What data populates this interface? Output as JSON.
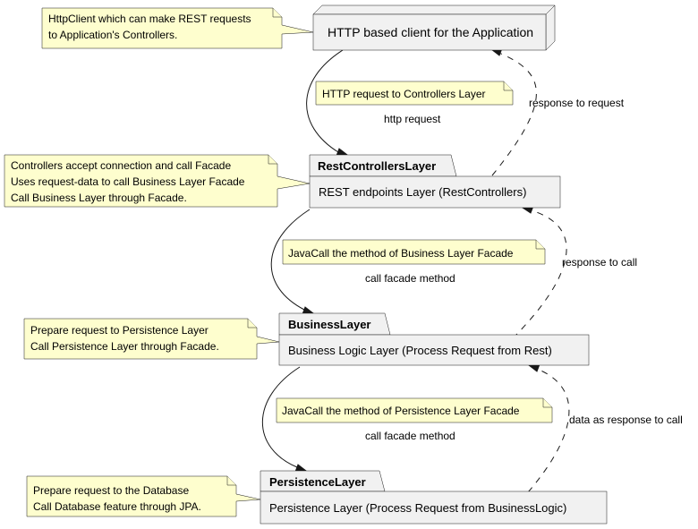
{
  "client": {
    "label": "HTTP based client for the Application"
  },
  "packages": [
    {
      "title": "RestControllersLayer",
      "body": "REST endpoints Layer (RestControllers)"
    },
    {
      "title": "BusinessLayer",
      "body": "Business Logic Layer (Process Request from Rest)"
    },
    {
      "title": "PersistenceLayer",
      "body": "Persistence Layer (Process Request from BusinessLogic)"
    }
  ],
  "side_notes": [
    {
      "lines": [
        "HttpClient which can make REST requests",
        "to Application's Controllers."
      ]
    },
    {
      "lines": [
        "Controllers accept connection and call Facade",
        "Uses request-data to call Business Layer Facade",
        "Call Business Layer through Facade."
      ]
    },
    {
      "lines": [
        "Prepare request to Persistence Layer",
        "Call Persistence Layer through Facade."
      ]
    },
    {
      "lines": [
        "Prepare request to the Database",
        "Call Database feature through JPA."
      ]
    }
  ],
  "arrow_notes": [
    "HTTP request to Controllers Layer",
    "JavaCall the method of Business Layer Facade",
    "JavaCall the method of Persistence Layer Facade"
  ],
  "arrow_labels": {
    "http_request": "http request",
    "call_facade_1": "call facade method",
    "call_facade_2": "call facade method",
    "response_to_request": "response to request",
    "response_to_call": "response to call",
    "data_as_response": "data as response to call"
  },
  "colors": {
    "note_fill": "#fefece",
    "box_fill": "#f1f1f1",
    "stroke": "#181818"
  }
}
